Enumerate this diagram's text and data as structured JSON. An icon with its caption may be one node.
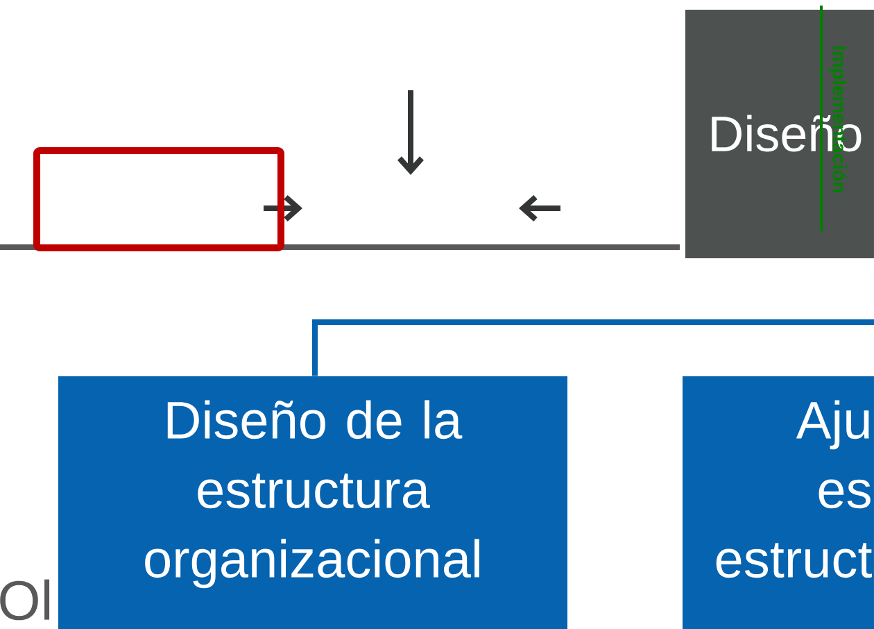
{
  "diagram": {
    "nodes": [
      {
        "text": [
          "Diseño"
        ]
      },
      {
        "text": [],
        "shape": "box"
      },
      {
        "text": [
          "Diseño de la estructura organizacional"
        ]
      },
      {
        "text": [
          "Aju",
          "es",
          "estruct"
        ]
      }
    ],
    "edges": [
      {
        "from": null,
        "to": 2,
        "arrow": "none",
        "color": "#0563b0"
      }
    ],
    "labels": [
      "Implementación",
      "Ol"
    ]
  }
}
